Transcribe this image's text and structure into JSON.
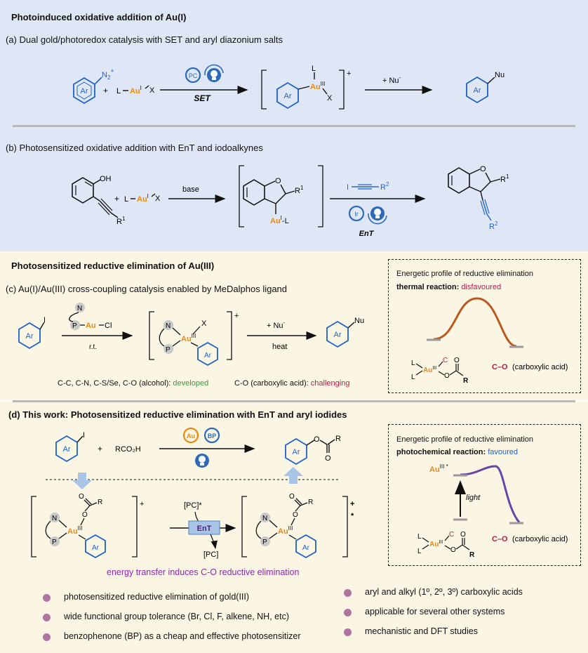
{
  "sections": {
    "a_head": "Photoinduced oxidative addition of Au(I)",
    "a_sub": "(a) Dual gold/photoredox catalysis with SET and aryl diazonium salts",
    "b_sub": "(b) Photosensitized oxidative addition with EnT and iodoalkynes",
    "c_head": "Photosensitized reductive elimination of Au(III)",
    "c_sub": "(c) Au(I)/Au(III) cross-coupling catalysis enabled by MeDalphos ligand",
    "d_head": "(d) This work: Photosensitized reductive elimination with EnT and aryl iodides"
  },
  "scheme_a": {
    "ar": "Ar",
    "n2": "N",
    "n2sub": "2",
    "n2sup": "+",
    "plus": "+",
    "l": "L",
    "au": "Au",
    "au_ox": "I",
    "x": "X",
    "pc": "PC",
    "set": "SET",
    "int_l": "L",
    "int_au": "Au",
    "int_ox": "III",
    "int_x": "X",
    "int_ar": "Ar",
    "int_charge": "+",
    "nu_add": "+ Nu",
    "nu_sup": "-",
    "prod_ar": "Ar",
    "prod_nu": "Nu"
  },
  "scheme_b": {
    "oh": "OH",
    "r1": "R",
    "r1sup": "1",
    "plus": "+",
    "l": "L",
    "au": "Au",
    "au_ox": "I",
    "x": "X",
    "base": "base",
    "int_o": "O",
    "int_r": "R",
    "int_rsup": "1",
    "int_au": "Au",
    "int_ox": "I",
    "int_l": "-L",
    "iodo": "I",
    "r2": "R",
    "r2sup": "2",
    "ir": "Ir",
    "ent": "EnT",
    "prod_o": "O",
    "prod_r1": "R",
    "prod_r1sup": "1",
    "prod_r2": "R",
    "prod_r2sup": "2"
  },
  "scheme_c": {
    "ar": "Ar",
    "i": "I",
    "lig_n": "N",
    "lig_p": "P",
    "lig_au": "Au",
    "lig_cl": "Cl",
    "rt": "r.t.",
    "int_n": "N",
    "int_p": "P",
    "int_au": "Au",
    "int_ox": "III",
    "int_x": "X",
    "int_ar": "Ar",
    "int_charge": "+",
    "nu_add": "+ Nu",
    "nu_sup": "-",
    "heat": "heat",
    "prod_ar": "Ar",
    "prod_nu": "Nu",
    "note_developed_pre": "C-C, C-N, C-S/Se, C-O (alcohol): ",
    "note_developed": "developed",
    "note_challenging_pre": "C-O (carboxylic acid): ",
    "note_challenging": "challenging"
  },
  "profile_c": {
    "title": "Energetic profile of reductive elimination",
    "label_bold": "thermal reaction:",
    "label_status": "disfavoured",
    "co": "C–O",
    "co_desc": "(carboxylic acid)",
    "l1": "L",
    "l2": "L",
    "au": "Au",
    "ox": "III",
    "c": "C",
    "o": "O",
    "r": "R"
  },
  "scheme_d": {
    "ar": "Ar",
    "i": "I",
    "plus": "+",
    "acid": "RCO₂H",
    "au_cat": "Au",
    "bp_cat": "BP",
    "prod_ar": "Ar",
    "prod_o": "O",
    "prod_r": "R",
    "int_n": "N",
    "int_p": "P",
    "int_au": "Au",
    "int_ox": "III",
    "int_o1": "O",
    "int_o2": "O",
    "int_r": "R",
    "int_ar": "Ar",
    "int_charge": "+",
    "pc_star": "[PC]*",
    "ent": "EnT",
    "pc": "[PC]",
    "int2_n": "N",
    "int2_p": "P",
    "int2_au": "Au",
    "int2_ox": "III",
    "int2_o1": "O",
    "int2_o2": "O",
    "int2_r": "R",
    "int2_ar": "Ar",
    "int2_charge": "+",
    "int2_star": "*",
    "caption": "energy transfer induces C-O reductive elimination"
  },
  "profile_d": {
    "title": "Energetic profile of reductive elimination",
    "label_bold": "photochemical reaction:",
    "label_status": "favoured",
    "au_star": "Au",
    "au_star_sup": "III *",
    "light": "light",
    "co": "C–O",
    "co_desc": "(carboxylic acid)",
    "l1": "L",
    "l2": "L",
    "au": "Au",
    "ox": "III",
    "c": "C",
    "o": "O",
    "r": "R"
  },
  "bullets_left": [
    "photosensitized reductive elimination of gold(III)",
    "wide functional group tolerance (Br, Cl, F, alkene, NH, etc)",
    "benzophenone (BP) as a cheap and effective photosensitizer"
  ],
  "bullets_right": [
    "aryl and alkyl (1º, 2º, 3º) carboxylic acids",
    "applicable for several other systems",
    "mechanistic and DFT studies"
  ],
  "colors": {
    "blue": "#1e62c8",
    "gold": "#e88a12",
    "red": "#b0204a",
    "green": "#3a9a3a",
    "purple": "#8a2aa8",
    "orange_curve": "#b85a1e",
    "purple_curve": "#6a45a8",
    "bullet": "#b0759e"
  }
}
